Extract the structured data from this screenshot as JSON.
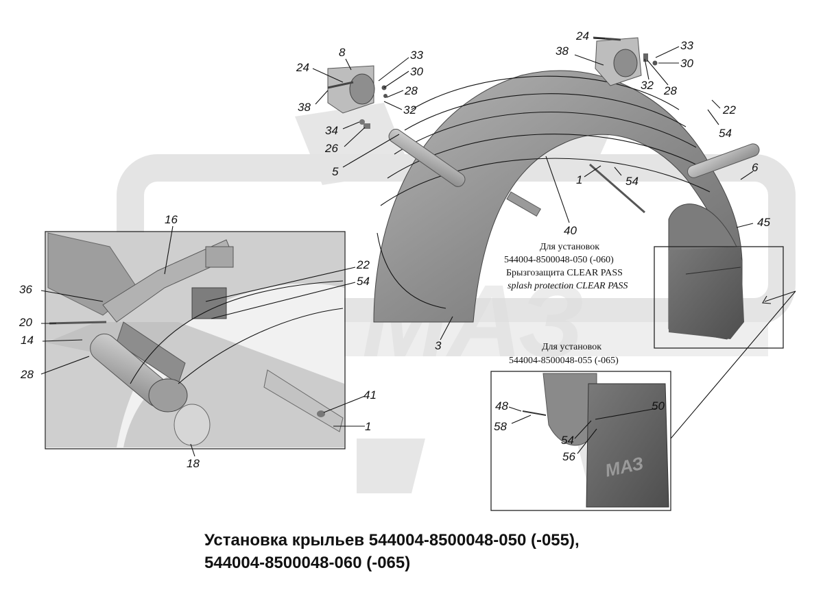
{
  "title_lines": [
    "Установка крыльев 544004-8500048-050 (-055),",
    "544004-8500048-060 (-065)"
  ],
  "notes": {
    "clear_pass": {
      "line1": "Для установок",
      "line2": "544004-8500048-050 (-060)",
      "line3": "Брызгозащита CLEAR PASS",
      "line4": "splash protection CLEAR PASS"
    },
    "mudflap": {
      "line1": "Для установок",
      "line2": "544004-8500048-055 (-065)"
    }
  },
  "watermark_logo": "МАЗ",
  "part_labels": {
    "l_8": "8",
    "l_24a": "24",
    "l_33a": "33",
    "l_30a": "30",
    "l_28a": "28",
    "l_32a": "32",
    "l_38a": "38",
    "l_34": "34",
    "l_26": "26",
    "l_5": "5",
    "l_24b": "24",
    "l_38b": "38",
    "l_33b": "33",
    "l_30b": "30",
    "l_32b": "32",
    "l_28b": "28",
    "l_22a": "22",
    "l_54a": "54",
    "l_6": "6",
    "l_1a": "1",
    "l_54b": "54",
    "l_40": "40",
    "l_45": "45",
    "l_16": "16",
    "l_22b": "22",
    "l_54c": "54",
    "l_36": "36",
    "l_20": "20",
    "l_14": "14",
    "l_28c": "28",
    "l_3": "3",
    "l_41": "41",
    "l_1b": "1",
    "l_18": "18",
    "l_48": "48",
    "l_58": "58",
    "l_50": "50",
    "l_54d": "54",
    "l_56": "56"
  },
  "colors": {
    "watermark": "#e4e4e4",
    "part_fill": "#8f8f8f",
    "part_dark": "#5e5e5e",
    "part_light": "#c9c9c9",
    "line": "#111111"
  }
}
